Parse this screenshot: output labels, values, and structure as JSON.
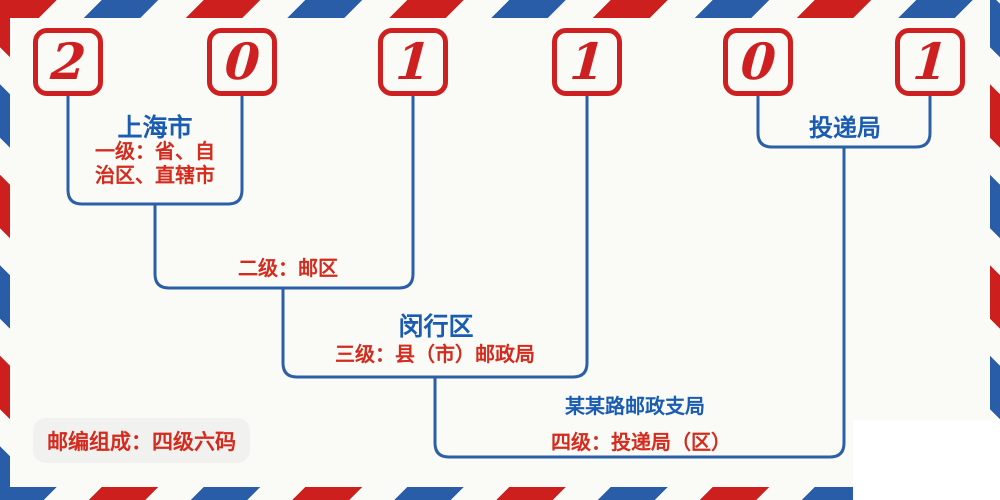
{
  "postal_code": {
    "digits": [
      "2",
      "0",
      "1",
      "1",
      "0",
      "1"
    ]
  },
  "labels": {
    "level1_place": "上海市",
    "level1_desc": "一级：省、自治区、直辖市",
    "level2_desc": "二级：邮区",
    "level3_place": "闵行区",
    "level3_desc": "三级：县（市）邮政局",
    "level4_delivery": "投递局",
    "level4_branch": "某某路邮政支局",
    "level4_desc": "四级：投递局（区）"
  },
  "footer": {
    "note": "邮编组成：四级六码"
  },
  "colors": {
    "digit_red": "#CE2020",
    "text_red": "#D42B1E",
    "text_blue": "#1A5CB2",
    "line_blue": "#2B5FA8",
    "stripe_red": "#CE1F1F",
    "stripe_blue": "#2A5DA8",
    "background": "#FAFBF6"
  }
}
